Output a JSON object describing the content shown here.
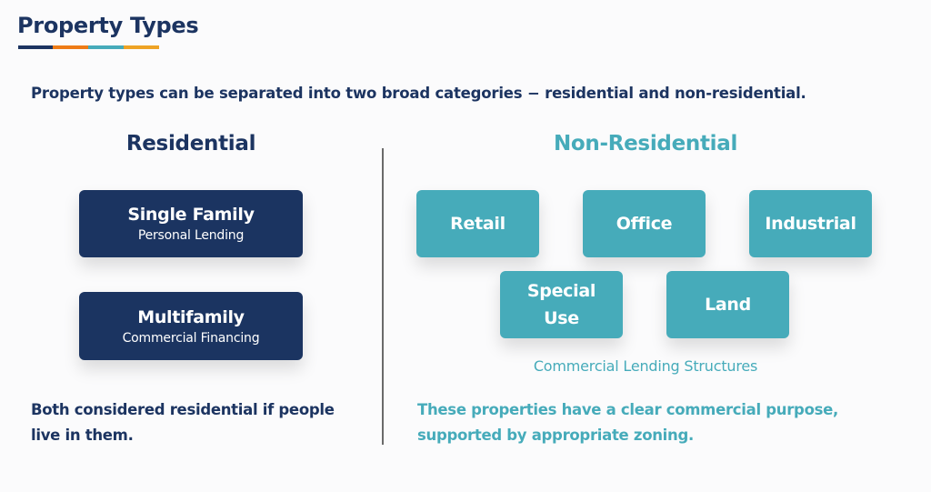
{
  "title": "Property Types",
  "underline_colors": [
    "#1c3461",
    "#ee7b16",
    "#46abba",
    "#eea325"
  ],
  "intro": "Property types can be separated into two broad categories − residential and non-residential.",
  "residential": {
    "heading": "Residential",
    "color": "#1c3461",
    "boxes": [
      {
        "title": "Single Family",
        "subtitle": "Personal Lending"
      },
      {
        "title": "Multifamily",
        "subtitle": "Commercial Financing"
      }
    ],
    "note": "Both considered residential if people live in them."
  },
  "non_residential": {
    "heading": "Non-Residential",
    "color": "#46abba",
    "boxes": [
      {
        "label": "Retail"
      },
      {
        "label": "Office"
      },
      {
        "label": "Industrial"
      },
      {
        "label": "Special Use"
      },
      {
        "label": "Land"
      }
    ],
    "caption": "Commercial Lending Structures",
    "note": "These properties have a clear commercial purpose, supported by appropriate zoning."
  }
}
